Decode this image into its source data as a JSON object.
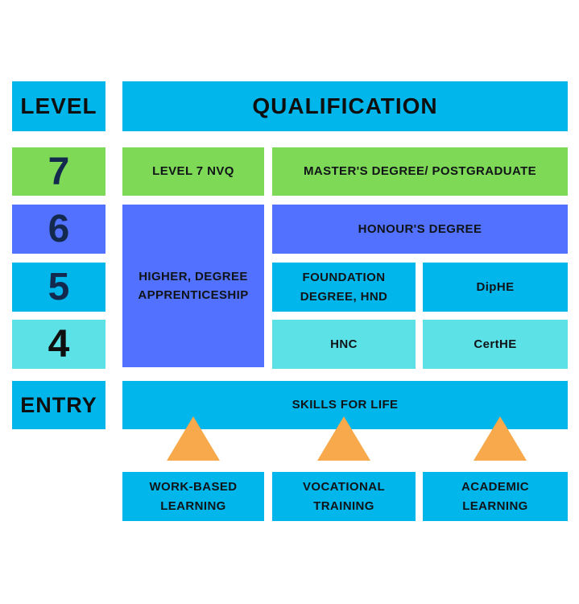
{
  "title": "Qualification levels diagram",
  "colors": {
    "cyan": "#00B6EA",
    "green": "#7ED957",
    "blue": "#5271FF",
    "turquoise": "#5CE1E6",
    "orange_triangle": "#F7A94C",
    "navy_text": "#132A4E",
    "black_text": "#0F0F0F"
  },
  "header": {
    "level": "LEVEL",
    "qualification": "QUALIFICATION"
  },
  "levels": {
    "seven": {
      "number": "7",
      "nvq": "LEVEL 7 NVQ",
      "masters": "MASTER'S DEGREE/ POSTGRADUATE"
    },
    "six": {
      "number": "6",
      "honours": "HONOUR'S DEGREE"
    },
    "five": {
      "number": "5",
      "foundation": "FOUNDATION DEGREE, HND",
      "diphe": "DipHE"
    },
    "four": {
      "number": "4",
      "hnc": "HNC",
      "certhe": "CertHE"
    }
  },
  "apprenticeship": {
    "label": "HIGHER, DEGREE APPRENTICESHIP"
  },
  "entry": {
    "label": "ENTRY",
    "skills": "SKILLS FOR LIFE"
  },
  "pathways": {
    "work_based": "WORK-BASED LEARNING",
    "vocational": "VOCATIONAL TRAINING",
    "academic": "ACADEMIC LEARNING"
  },
  "icons": {
    "triangle_up": "orange upward-pointing triangle arrow"
  }
}
